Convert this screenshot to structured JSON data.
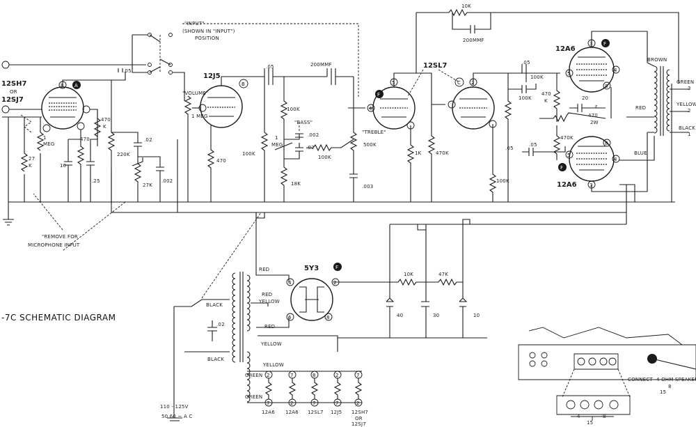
{
  "title": "-7C SCHEMATIC DIAGRAM",
  "tubes": {
    "v1": {
      "type": "12SH7",
      "or": "OR",
      "alt": "12SJ7",
      "badge": "A"
    },
    "v2": {
      "type": "12J5",
      "badge": "B"
    },
    "v3": {
      "badge": "F"
    },
    "v3v4_type": "12SL7",
    "v4": {
      "badge": "C"
    },
    "v5": {
      "type": "12A6",
      "badge": "F"
    },
    "v6": {
      "type": "12A6",
      "badge": "F"
    },
    "rect": {
      "type": "5Y3",
      "badge": "F"
    }
  },
  "labels": {
    "input_line1": "\"INPUT\"",
    "input_line2": "(SHOWN IN \"INPUT\")",
    "input_line3": "POSITION",
    "volume": "\"VOLUME\"",
    "bass": "\"BASS\"",
    "treble": "\"TREBLE\"",
    "remove_line1": "\"REMOVE FOR",
    "remove_line2": "MICROPHONE INPUT",
    "mains_line1": "110 - 125V",
    "mains_line2": "50 60 ~ A C",
    "connect": "CONNECT",
    "four_ohm": "4 OHM",
    "speaker": "SPEAKER",
    "term_8": "8",
    "term_15": "15",
    "sock_15": "15",
    "sock_4": "4",
    "sock_8": "8"
  },
  "components": {
    "c_05a": ".05",
    "r_1meg": "1",
    "r_1meg2": "MEG",
    "r_27k": "27",
    "r_27k2": "K",
    "c_10": "10",
    "r_470a": "470",
    "c_25": ".25",
    "r_470k": "470",
    "r_470k2": "K",
    "r_220k": "220K",
    "c_02a": ".02",
    "r_27k_b": "27K",
    "c_002a": ".002",
    "r_vol": "1 MEG",
    "r_470b": "470",
    "c_05b": ".05",
    "r_100k_a": "100K",
    "c_200mmf": "200MMF",
    "r_100k_b": "100K",
    "r_1meg_b": "1",
    "r_1meg_b2": "MEG",
    "c_002b": ".002",
    "c_02b": ".02",
    "r_100k_c": "100K",
    "r_18k": "18K",
    "r_500k": "500K",
    "c_003": ".003",
    "r_1k": "1K",
    "r_470k_b": "470K",
    "r_10k_fb": "10K",
    "c_200mmf_fb": "200MMF",
    "c_05c": ".05",
    "r_100k_d": "100K",
    "c_05d": ".05",
    "r_100k_e": "100K",
    "c_05e": ".05",
    "r_470k_c": "470",
    "r_470k_c2": "K",
    "c_20": "20",
    "r_cat": "470",
    "r_cat2": "2W",
    "c_cat": "ε",
    "r_470k_d": "470K",
    "r_10k_ps": "10K",
    "r_47k_ps": "47K",
    "c_40": "40",
    "c_30": "30",
    "c_10b": "10",
    "c_02c": ".02"
  },
  "wires": {
    "brown": "BROWN",
    "green_o": "GREEN",
    "green_n": "3",
    "yellow_o": "YELLOW",
    "yellow_n": "2",
    "black_o": "BLACK",
    "black_n": "1",
    "red_o": "RED",
    "blue_o": "BLUE",
    "red_t": "RED",
    "red_yellow1": "RED",
    "red_yellow2": "YELLOW",
    "red_b": "RED",
    "black_t": "BLACK",
    "yellow1": "YELLOW",
    "black_b": "BLACK",
    "yellow2": "YELLOW",
    "green1": "GREEN",
    "green2": "GREEN"
  },
  "heaters": [
    {
      "top": "2",
      "bot": "7",
      "name": "12A6"
    },
    {
      "top": "7",
      "bot": "2",
      "name": "12A6"
    },
    {
      "top": "8",
      "bot": "7",
      "name": "12SL7"
    },
    {
      "top": "2",
      "bot": "7",
      "name": "12J5"
    },
    {
      "top": "7",
      "bot": "2",
      "name": "12SH7",
      "or": "OR",
      "alt": "12SJ7"
    }
  ]
}
